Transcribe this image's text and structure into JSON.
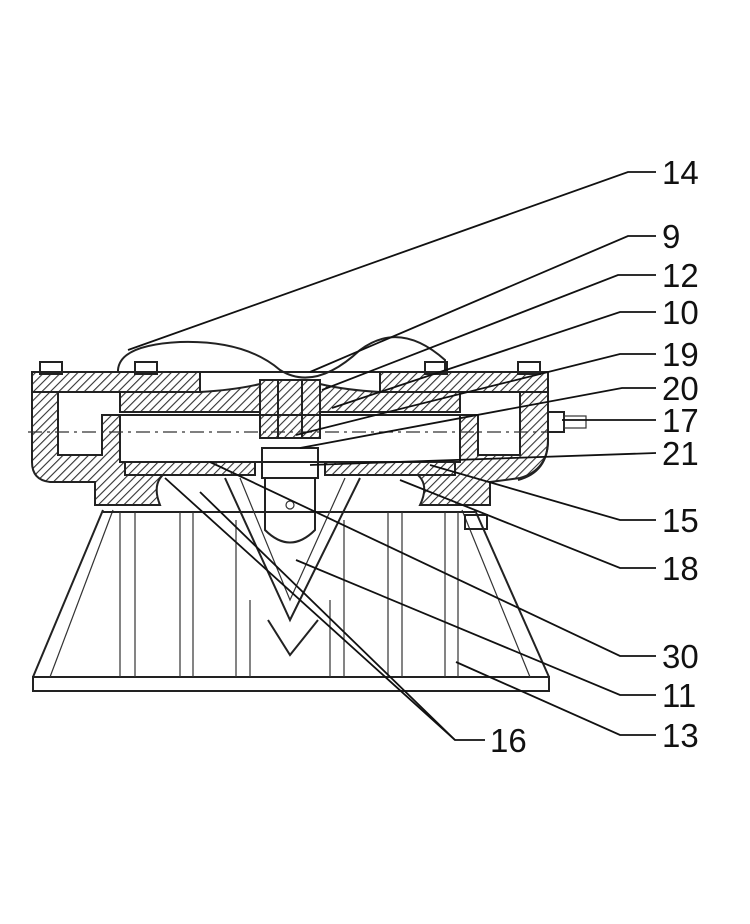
{
  "colors": {
    "line": "#222222",
    "background": "#ffffff"
  },
  "callouts": [
    {
      "label": "14"
    },
    {
      "label": "9"
    },
    {
      "label": "12"
    },
    {
      "label": "10"
    },
    {
      "label": "19"
    },
    {
      "label": "20"
    },
    {
      "label": "17"
    },
    {
      "label": "21"
    },
    {
      "label": "15"
    },
    {
      "label": "18"
    },
    {
      "label": "30"
    },
    {
      "label": "11"
    },
    {
      "label": "13"
    },
    {
      "label": "16"
    }
  ]
}
